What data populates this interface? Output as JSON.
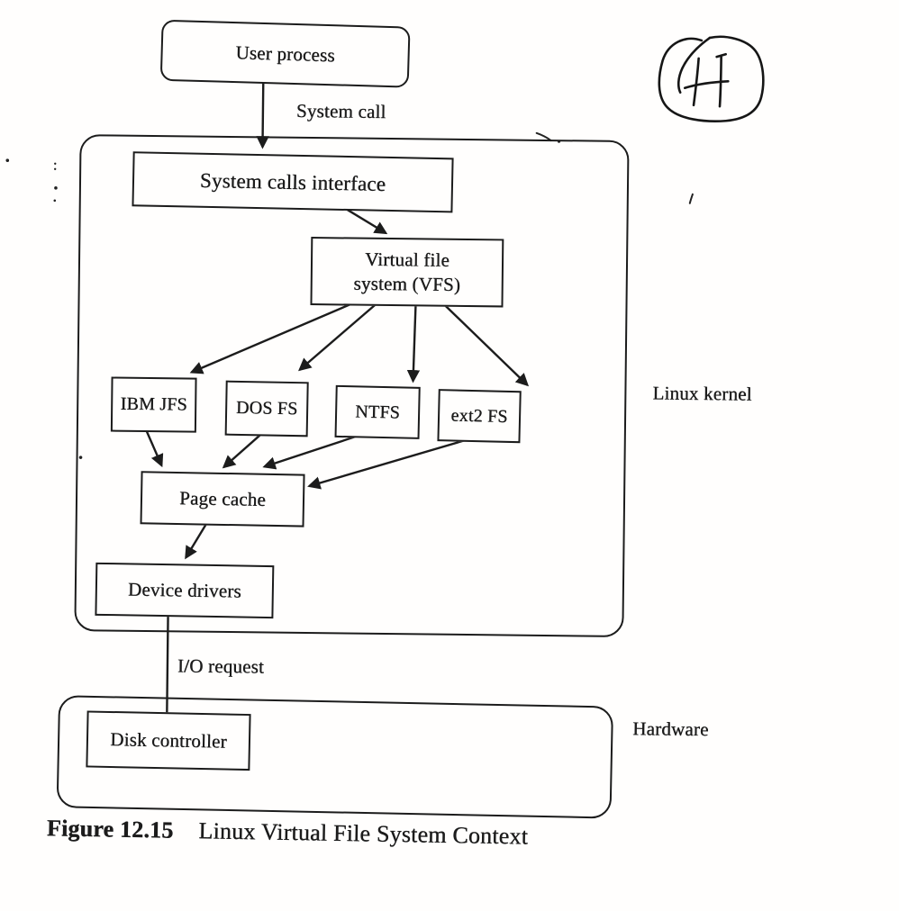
{
  "colors": {
    "ink": "#1c1c1c",
    "paper": "#fffefd"
  },
  "nodes": {
    "user_process": "User process",
    "system_calls_interface": "System calls interface",
    "vfs_line1": "Virtual file",
    "vfs_line2": "system (VFS)",
    "ibm_jfs": "IBM JFS",
    "dos_fs": "DOS FS",
    "ntfs": "NTFS",
    "ext2_fs": "ext2 FS",
    "page_cache": "Page cache",
    "device_drivers": "Device drivers",
    "disk_controller": "Disk controller"
  },
  "labels": {
    "system_call": "System call",
    "io_request": "I/O request",
    "linux_kernel": "Linux kernel",
    "hardware": "Hardware"
  },
  "caption": {
    "label": "Figure 12.15",
    "title": "Linux Virtual File System Context"
  },
  "handwritten_annotation": {
    "letter": "H",
    "style": "circled-freehand"
  },
  "edges": [
    {
      "from": "user_process",
      "to": "system_calls_interface",
      "label": "System call"
    },
    {
      "from": "system_calls_interface",
      "to": "vfs"
    },
    {
      "from": "vfs",
      "to": "ibm_jfs"
    },
    {
      "from": "vfs",
      "to": "dos_fs"
    },
    {
      "from": "vfs",
      "to": "ntfs"
    },
    {
      "from": "vfs",
      "to": "ext2_fs"
    },
    {
      "from": "ibm_jfs",
      "to": "page_cache"
    },
    {
      "from": "dos_fs",
      "to": "page_cache"
    },
    {
      "from": "ntfs",
      "to": "page_cache"
    },
    {
      "from": "ext2_fs",
      "to": "page_cache"
    },
    {
      "from": "page_cache",
      "to": "device_drivers"
    },
    {
      "from": "device_drivers",
      "to": "disk_controller",
      "label": "I/O request"
    }
  ],
  "regions": {
    "linux_kernel_contains": [
      "system_calls_interface",
      "vfs",
      "ibm_jfs",
      "dos_fs",
      "ntfs",
      "ext2_fs",
      "page_cache",
      "device_drivers"
    ],
    "hardware_contains": [
      "disk_controller"
    ]
  }
}
